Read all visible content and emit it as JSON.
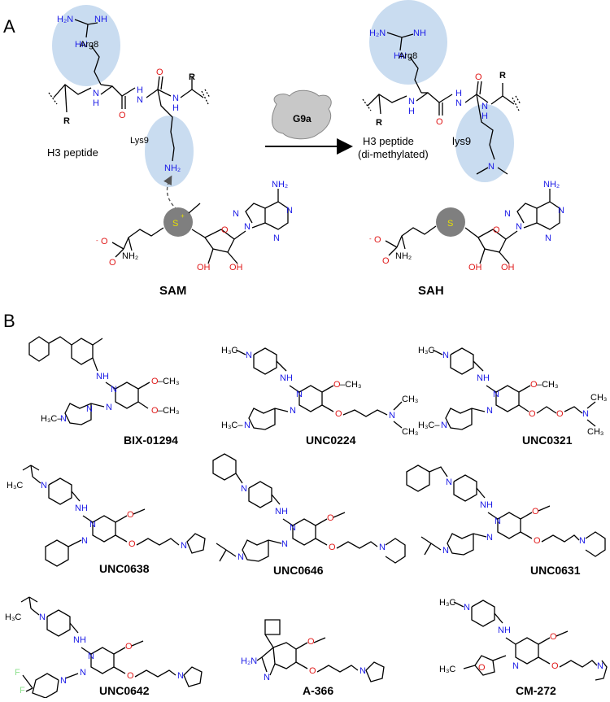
{
  "panels": {
    "a": "A",
    "b": "B"
  },
  "reaction": {
    "enzyme": "G9a",
    "substrate_label": "H3 peptide",
    "product_label_line1": "H3 peptide",
    "product_label_line2": "(di-methylated)",
    "arg_label": "Arg8",
    "lys_left": "Lys9",
    "lys_right": "lys9",
    "r_group": "R",
    "cofactor_left": "SAM",
    "cofactor_right": "SAH"
  },
  "compounds": [
    "BIX-01294",
    "UNC0224",
    "UNC0321",
    "UNC0638",
    "UNC0646",
    "UNC0631",
    "UNC0642",
    "A-366",
    "CM-272"
  ],
  "colors": {
    "highlight_blue": "#c9dcf0",
    "sulfur_circle": "#7f7f7f",
    "enzyme_fill": "#c8c8c8",
    "nitrogen": "#1a1ae6",
    "oxygen": "#e01a1a",
    "sulfur": "#e8e000",
    "fluorine": "#8ee08e"
  }
}
